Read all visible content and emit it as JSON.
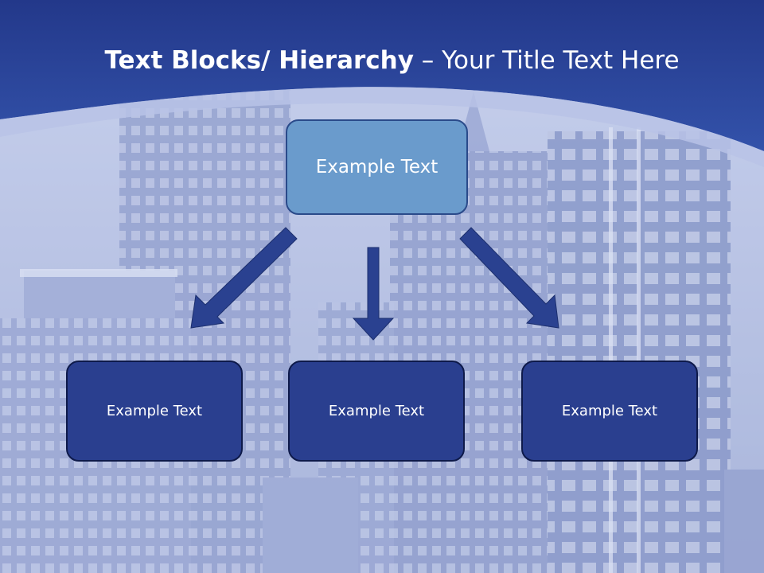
{
  "slide": {
    "title_bold": "Text Blocks/ Hierarchy",
    "title_dash": " – ",
    "title_rest": "Your Title Text Here"
  },
  "diagram": {
    "top_box": {
      "label": "Example Text"
    },
    "children": [
      {
        "label": "Example Text"
      },
      {
        "label": "Example Text"
      },
      {
        "label": "Example Text"
      }
    ]
  },
  "colors": {
    "header_blue": "#2c4a9e",
    "top_box_fill": "#6a9bcc",
    "child_box_fill": "#2a3f8f",
    "arrow_fill": "#2a4190",
    "background_tint": "#aeb9dd"
  }
}
